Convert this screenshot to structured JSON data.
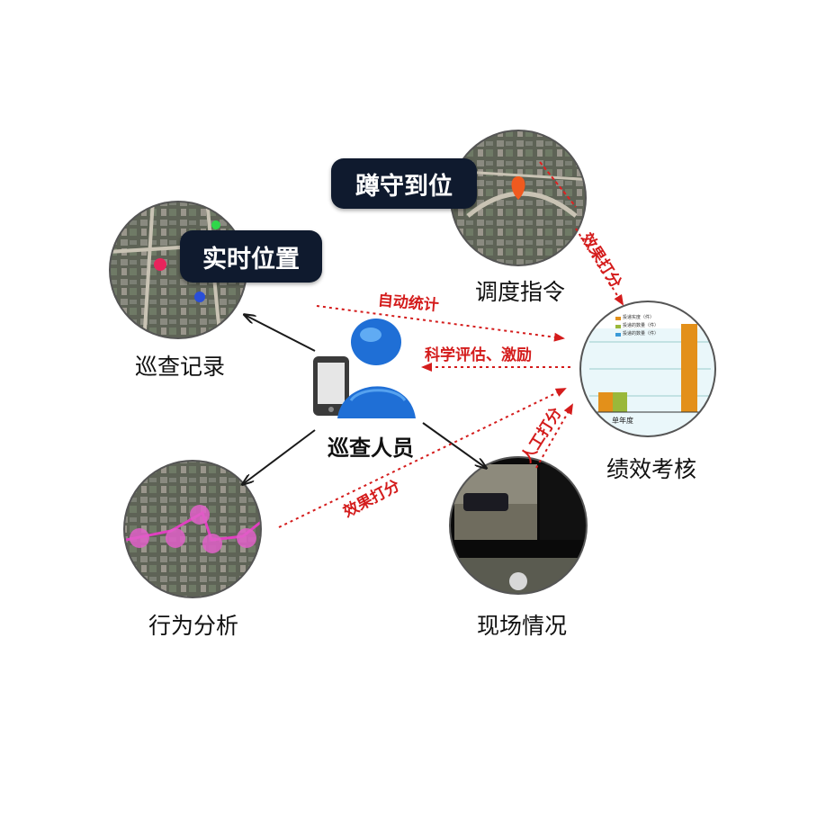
{
  "center": {
    "label": "巡查人员"
  },
  "nodes": {
    "patrol_record": {
      "label": "巡查记录"
    },
    "behavior_analysis": {
      "label": "行为分析"
    },
    "site_situation": {
      "label": "现场情况"
    },
    "dispatch_order": {
      "label": "调度指令"
    },
    "performance": {
      "label": "绩效考核"
    }
  },
  "callouts": {
    "realtime_position": "实时位置",
    "on_site_guard": "蹲守到位"
  },
  "flows": {
    "auto_stats": "自动统计",
    "evaluate_incentive": "科学评估、激励",
    "effect_score_left": "效果打分",
    "effect_score_top": "效果打分",
    "manual_score": "人工打分"
  },
  "chart_inset": {
    "legend": [
      "投递实度（件）",
      "投递的数量（件）",
      "投递的数量（件）"
    ],
    "category": "单年度"
  },
  "colors": {
    "dashed_arrow": "#d41c1c",
    "solid_arrow": "#1a1a1a",
    "callout_bg": "#0f1a2e",
    "person_blue": "#1f6fd6"
  }
}
